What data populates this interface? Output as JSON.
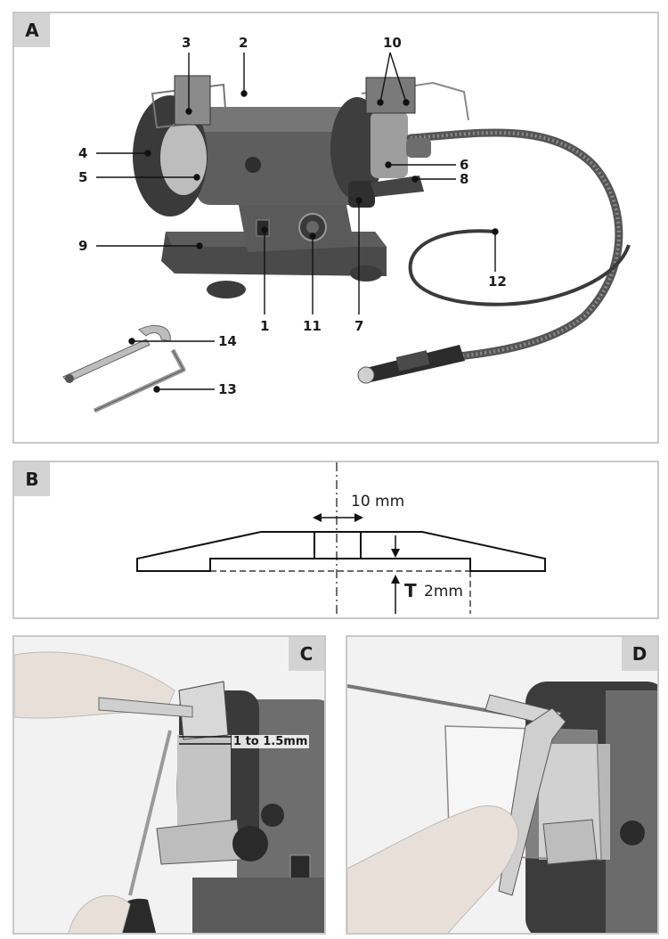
{
  "panels": {
    "a": "A",
    "b": "B",
    "c": "C",
    "d": "D"
  },
  "callouts": {
    "n1": "1",
    "n2": "2",
    "n3": "3",
    "n4": "4",
    "n5": "5",
    "n6": "6",
    "n7": "7",
    "n8": "8",
    "n9": "9",
    "n10": "10",
    "n11": "11",
    "n12": "12",
    "n13": "13",
    "n14": "14"
  },
  "diagram_b": {
    "width_label": "10 mm",
    "t_label": "T",
    "depth_label": "2mm"
  },
  "panel_c": {
    "gap_label": "1 to 1.5mm"
  },
  "colors": {
    "tag_bg": "#d3d3d3",
    "frame": "#c9c9c9",
    "machine_dark": "#3a3a3a",
    "machine_mid": "#6b6b6b",
    "stone": "#bdbdbd"
  }
}
